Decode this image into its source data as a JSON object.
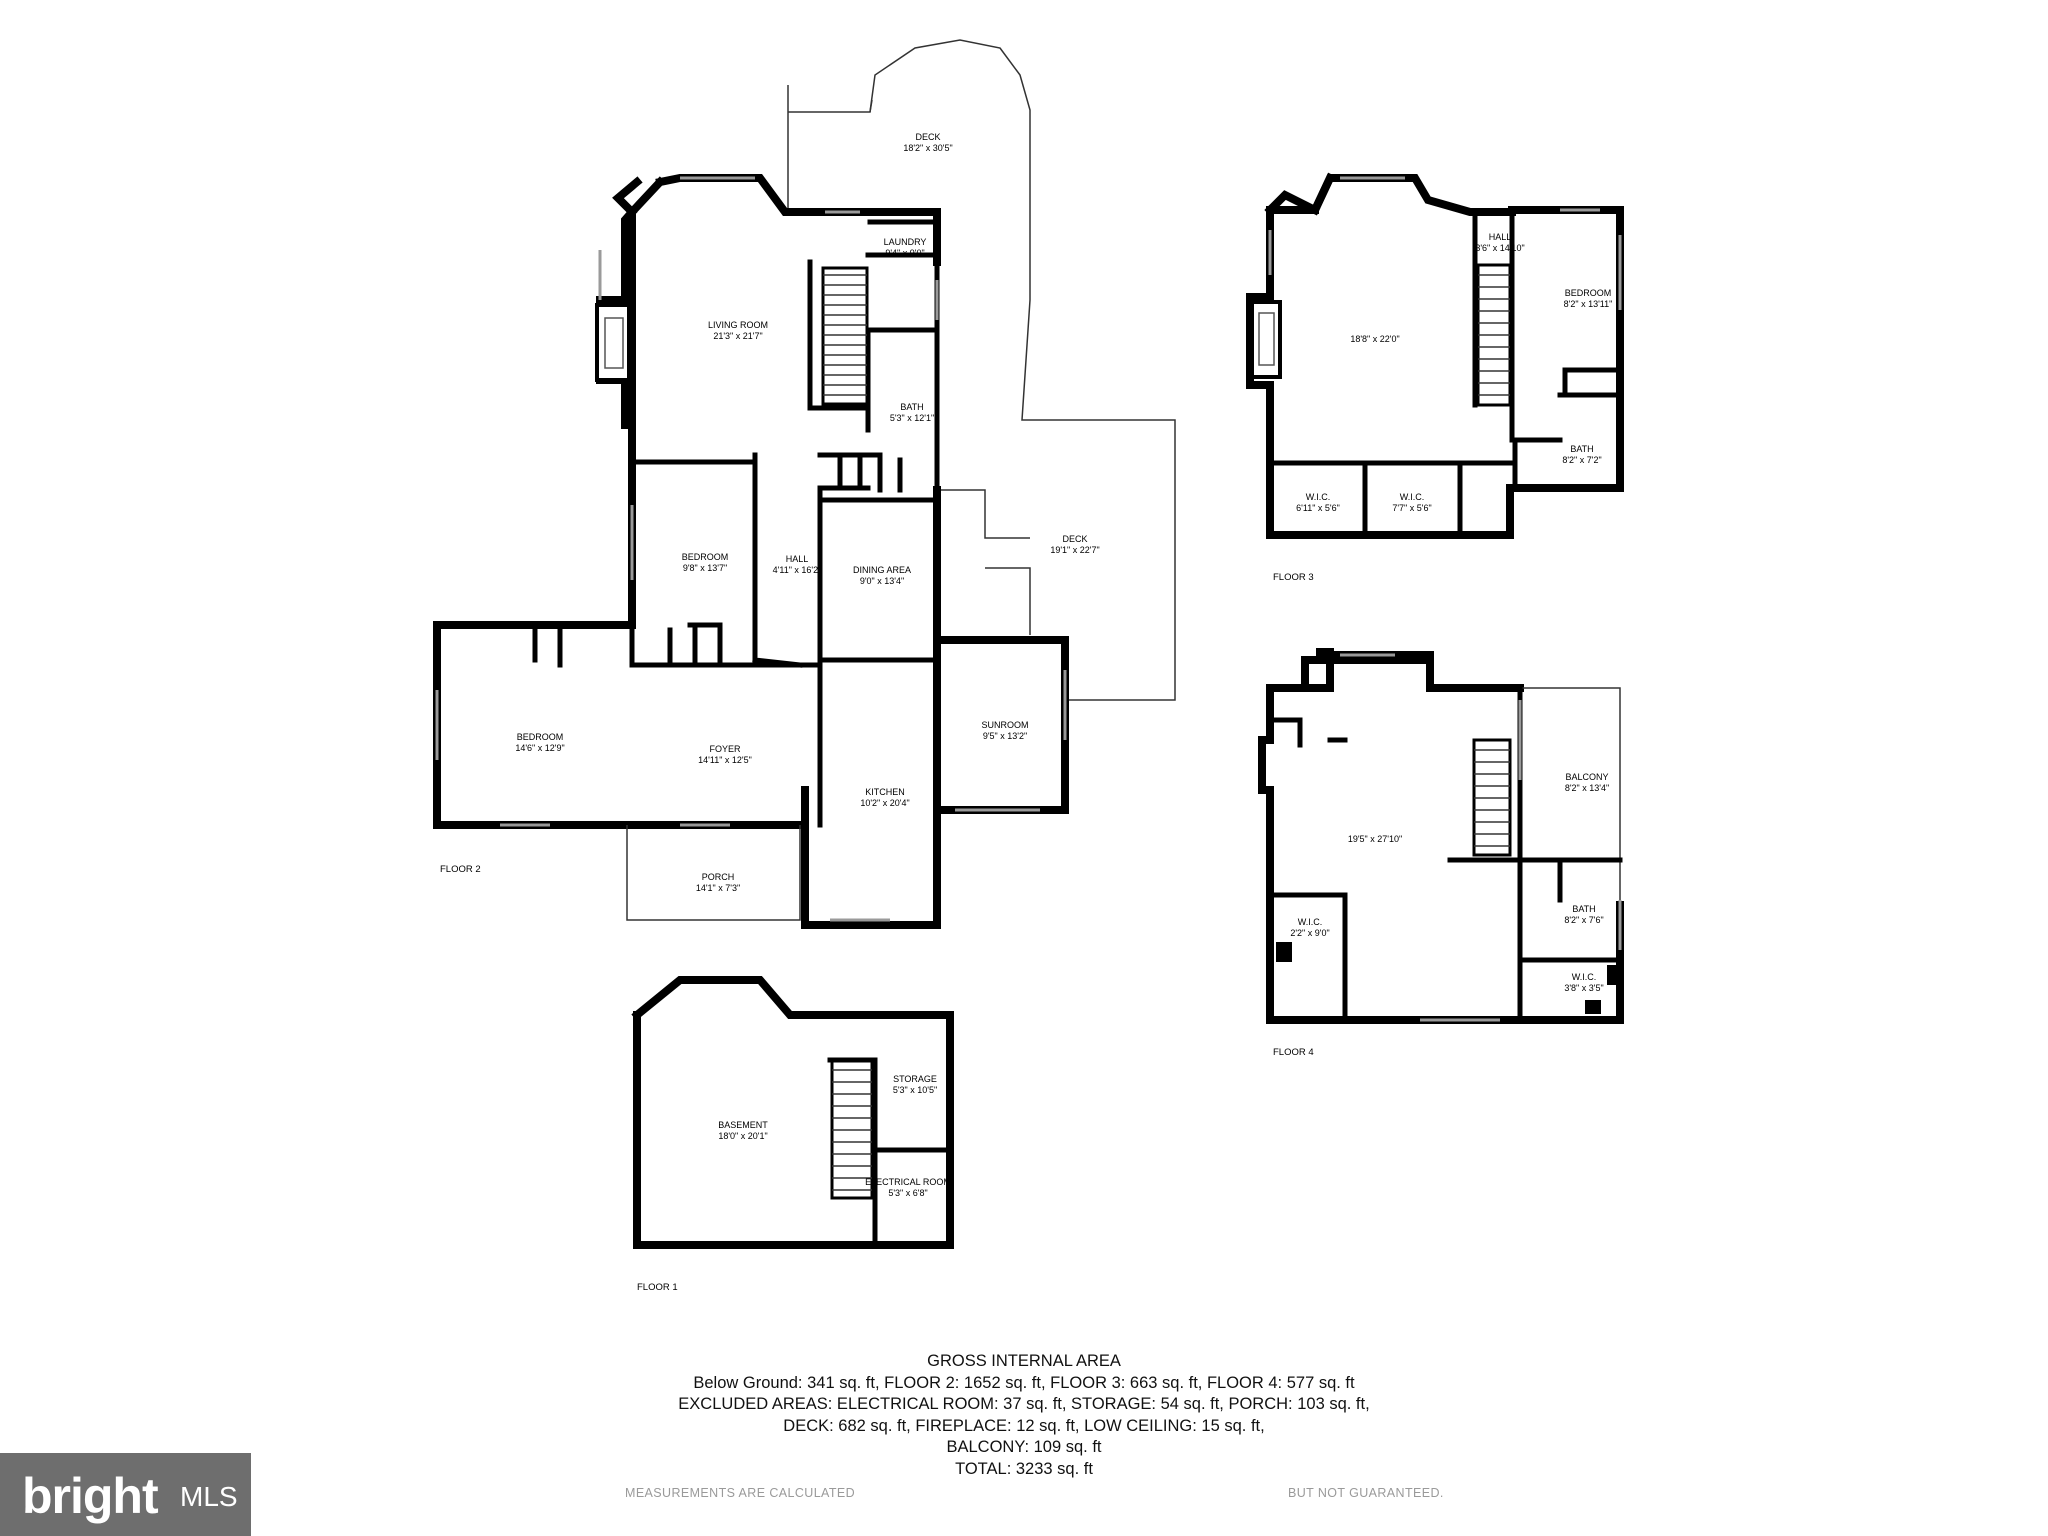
{
  "floors": {
    "floor2": {
      "label": "FLOOR 2",
      "rooms": [
        {
          "name": "DECK",
          "size": "18'2\" x 30'5\""
        },
        {
          "name": "LAUNDRY",
          "size": "9'4\" x 9'0\""
        },
        {
          "name": "LIVING ROOM",
          "size": "21'3\" x 21'7\""
        },
        {
          "name": "BATH",
          "size": "5'3\" x 12'1\""
        },
        {
          "name": "DECK",
          "size": "19'1\" x 22'7\""
        },
        {
          "name": "BEDROOM",
          "size": "9'8\" x 13'7\""
        },
        {
          "name": "HALL",
          "size": "4'11\" x 16'2\""
        },
        {
          "name": "DINING AREA",
          "size": "9'0\" x 13'4\""
        },
        {
          "name": "BEDROOM",
          "size": "14'6\" x 12'9\""
        },
        {
          "name": "FOYER",
          "size": "14'11\" x 12'5\""
        },
        {
          "name": "SUNROOM",
          "size": "9'5\" x 13'2\""
        },
        {
          "name": "KITCHEN",
          "size": "10'2\" x 20'4\""
        },
        {
          "name": "PORCH",
          "size": "14'1\" x 7'3\""
        }
      ]
    },
    "floor3": {
      "label": "FLOOR 3",
      "rooms": [
        {
          "name": "HALL",
          "size": "3'6\" x 14'10\""
        },
        {
          "name": "BEDROOM",
          "size": "8'2\" x 13'11\""
        },
        {
          "name": "",
          "size": "18'8\" x 22'0\""
        },
        {
          "name": "BATH",
          "size": "8'2\" x 7'2\""
        },
        {
          "name": "W.I.C.",
          "size": "6'11\" x 5'6\""
        },
        {
          "name": "W.I.C.",
          "size": "7'7\" x 5'6\""
        }
      ]
    },
    "floor4": {
      "label": "FLOOR 4",
      "rooms": [
        {
          "name": "BALCONY",
          "size": "8'2\" x 13'4\""
        },
        {
          "name": "",
          "size": "19'5\" x 27'10\""
        },
        {
          "name": "BATH",
          "size": "8'2\" x 7'6\""
        },
        {
          "name": "W.I.C.",
          "size": "2'2\" x 9'0\""
        },
        {
          "name": "W.I.C.",
          "size": "3'8\" x 3'5\""
        }
      ]
    },
    "floor1": {
      "label": "FLOOR 1",
      "rooms": [
        {
          "name": "STORAGE",
          "size": "5'3\" x 10'5\""
        },
        {
          "name": "BASEMENT",
          "size": "18'0\" x 20'1\""
        },
        {
          "name": "ELECTRICAL ROOM",
          "size": "5'3\" x 6'8\""
        }
      ]
    }
  },
  "summary": {
    "title": "GROSS INTERNAL AREA",
    "lines": [
      "Below Ground: 341 sq. ft, FLOOR 2: 1652 sq. ft, FLOOR 3: 663 sq. ft, FLOOR 4: 577 sq. ft",
      "EXCLUDED AREAS: ELECTRICAL ROOM: 37 sq. ft, STORAGE: 54 sq. ft, PORCH: 103 sq. ft,",
      "DECK: 682 sq. ft, FIREPLACE: 12 sq. ft, LOW CEILING: 15 sq. ft,",
      "BALCONY: 109 sq. ft",
      "TOTAL: 3233 sq. ft"
    ]
  },
  "disclaimer": {
    "left": "MEASUREMENTS ARE CALCULATED",
    "right": "BUT NOT GUARANTEED."
  },
  "logo": {
    "brand": "bright",
    "suffix": "MLS"
  }
}
